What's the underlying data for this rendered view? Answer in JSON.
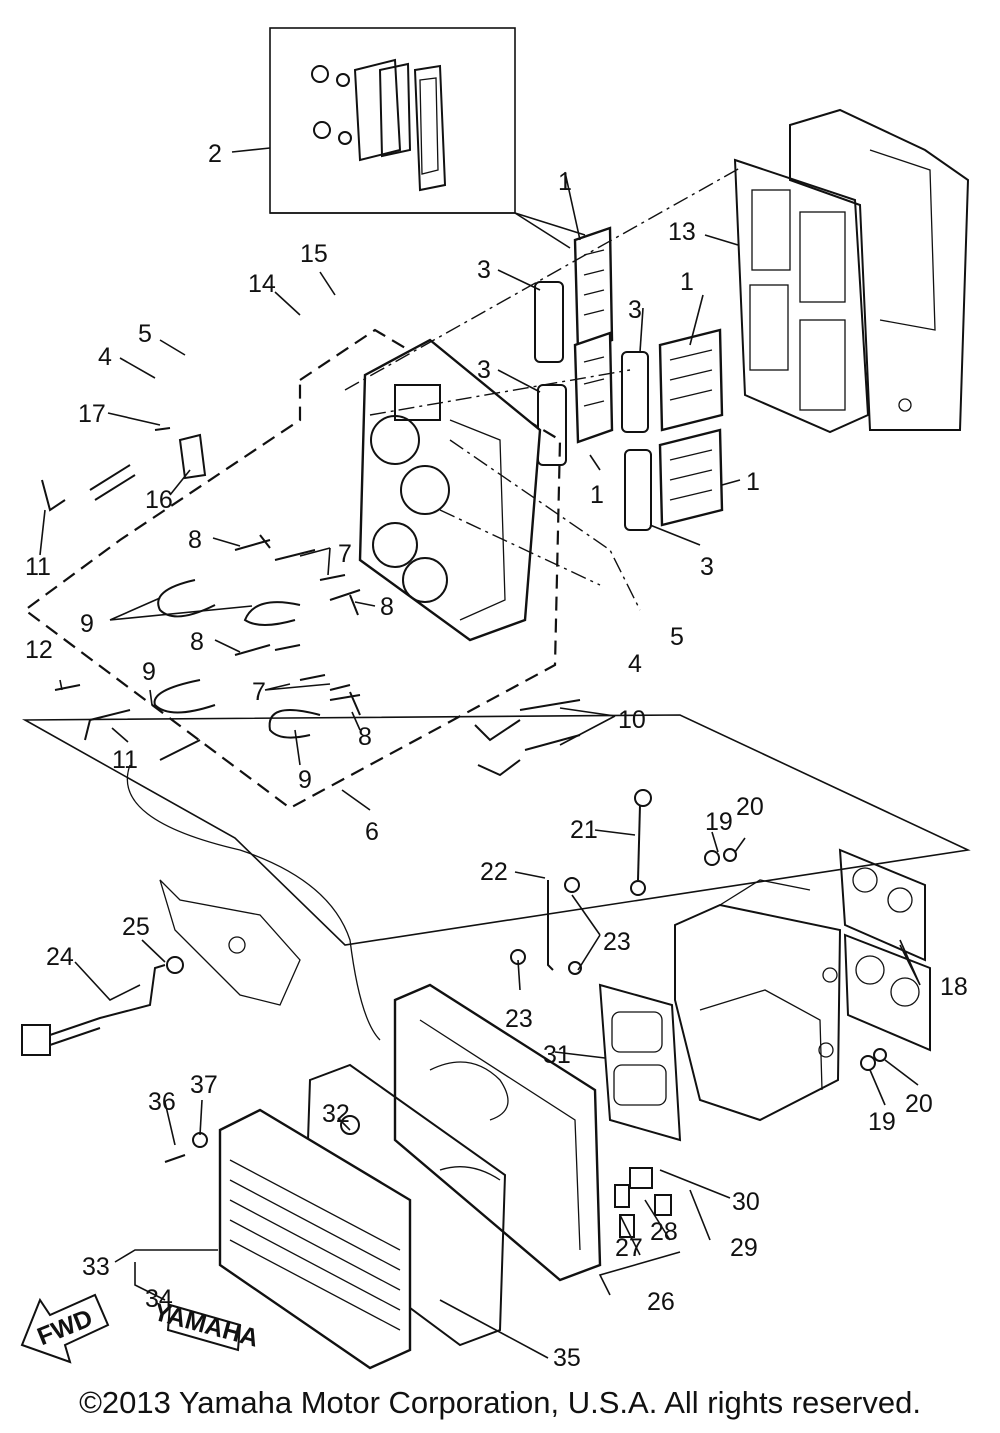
{
  "copyright": "©2013 Yamaha Motor Corporation, U.S.A. All rights reserved.",
  "fwd_label": "FWD",
  "brand_badge": "YAMAHA",
  "callouts": {
    "c1a": "1",
    "c1b": "1",
    "c1c": "1",
    "c1d": "1",
    "c2": "2",
    "c3a": "3",
    "c3b": "3",
    "c3c": "3",
    "c3d": "3",
    "c4a": "4",
    "c4b": "4",
    "c5a": "5",
    "c5b": "5",
    "c6": "6",
    "c7a": "7",
    "c7b": "7",
    "c8a": "8",
    "c8b": "8",
    "c8c": "8",
    "c8d": "8",
    "c9a": "9",
    "c9b": "9",
    "c9c": "9",
    "c10": "10",
    "c11a": "11",
    "c11b": "11",
    "c12": "12",
    "c13": "13",
    "c14": "14",
    "c15": "15",
    "c16": "16",
    "c17": "17",
    "c18": "18",
    "c19a": "19",
    "c19b": "19",
    "c20a": "20",
    "c20b": "20",
    "c21": "21",
    "c22": "22",
    "c23a": "23",
    "c23b": "23",
    "c24": "24",
    "c25": "25",
    "c26": "26",
    "c27": "27",
    "c28": "28",
    "c29": "29",
    "c30": "30",
    "c31": "31",
    "c32": "32",
    "c33": "33",
    "c34": "34",
    "c35": "35",
    "c36": "36",
    "c37": "37"
  }
}
